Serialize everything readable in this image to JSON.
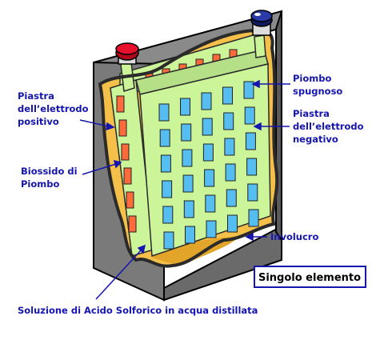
{
  "labels": {
    "piombo_spugnoso": [
      "Piombo",
      "spugnoso"
    ],
    "piastra_positivo": [
      "Piastra",
      "dell’elettrodo",
      "positivo"
    ],
    "piastra_negativo": [
      "Piastra",
      "dell’elettrodo",
      "negativo"
    ],
    "biossido": [
      "Biossido di",
      "Piombo"
    ],
    "involucro": "Involucro",
    "soluzione": "Soluzione di Acido Solforico in acqua distillata",
    "singolo_elemento": "Singolo elemento"
  },
  "colors": {
    "label_text": "#1515b0",
    "arrow": "#1515b0",
    "casing": "#7a7a7a",
    "casing_dark": "#4a4a4a",
    "liquid": "#f5c04a",
    "liquid_dark": "#e2a52a",
    "grid_green": "#ccf59a",
    "positive_cell": "#ff6a3a",
    "negative_cell": "#55bdf0",
    "terminal_positive": "#e8102a",
    "terminal_negative": "#1a2a9a",
    "box_border": "#1515b0"
  }
}
